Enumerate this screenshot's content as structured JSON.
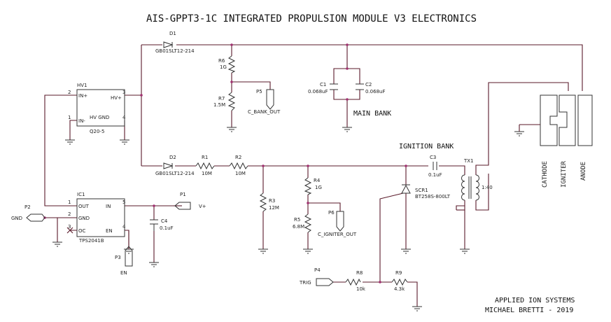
{
  "title": "AIS-GPPT3-1C INTEGRATED PROPULSION MODULE V3 ELECTRONICS",
  "footer": {
    "company": "APPLIED ION SYSTEMS",
    "author": "MICHAEL BRETTI - 2019"
  },
  "sections": {
    "main_bank": "MAIN BANK",
    "ignition_bank": "IGNITION BANK"
  },
  "hv1": {
    "ref": "HV1",
    "part": "Q20-5",
    "in_plus": "IN+",
    "in_minus": "IN-",
    "hv_plus": "HV+",
    "hv_gnd": "HV GND",
    "pin2": "2",
    "pin1": "1",
    "pin3": "3",
    "pin4": "4"
  },
  "ic1": {
    "ref": "IC1",
    "part": "TPS2041B",
    "out": "OUT",
    "gnd": "GND",
    "oc": "OC",
    "in": "IN",
    "en": "EN",
    "pin1": "1",
    "pin2": "2",
    "pin3": "3",
    "pin5": "5",
    "pin4": "4"
  },
  "d1": {
    "ref": "D1",
    "part": "GB01SLT12-214"
  },
  "d2": {
    "ref": "D2",
    "part": "GB01SLT12-214"
  },
  "r1": {
    "ref": "R1",
    "value": "10M"
  },
  "r2": {
    "ref": "R2",
    "value": "10M"
  },
  "r3": {
    "ref": "R3",
    "value": "12M"
  },
  "r4": {
    "ref": "R4",
    "value": "1G"
  },
  "r5": {
    "ref": "R5",
    "value": "6.8M"
  },
  "r6": {
    "ref": "R6",
    "value": "1G"
  },
  "r7": {
    "ref": "R7",
    "value": "1.5M"
  },
  "r8": {
    "ref": "R8",
    "value": "10k"
  },
  "r9": {
    "ref": "R9",
    "value": "4.3k"
  },
  "c1": {
    "ref": "C1",
    "value": "0.068uF"
  },
  "c2": {
    "ref": "C2",
    "value": "0.068uF"
  },
  "c3": {
    "ref": "C3",
    "value": "0.1uF"
  },
  "c4": {
    "ref": "C4",
    "value": "0.1uF"
  },
  "scr1": {
    "ref": "SCR1",
    "part": "BT258S-800LT"
  },
  "tx1": {
    "ref": "TX1",
    "ratio": "1:40"
  },
  "p1": {
    "ref": "P1",
    "net": "V+"
  },
  "p2": {
    "ref": "P2",
    "net": "GND"
  },
  "p3": {
    "ref": "P3",
    "net": "EN"
  },
  "p4": {
    "ref": "P4",
    "net": "TRIG"
  },
  "p5": {
    "ref": "P5",
    "net": "C_BANK_OUT"
  },
  "p6": {
    "ref": "P6",
    "net": "C_IGNITER_OUT"
  },
  "electrodes": {
    "cathode": "CATHODE",
    "igniter": "IGNITER",
    "anode": "ANODE"
  }
}
